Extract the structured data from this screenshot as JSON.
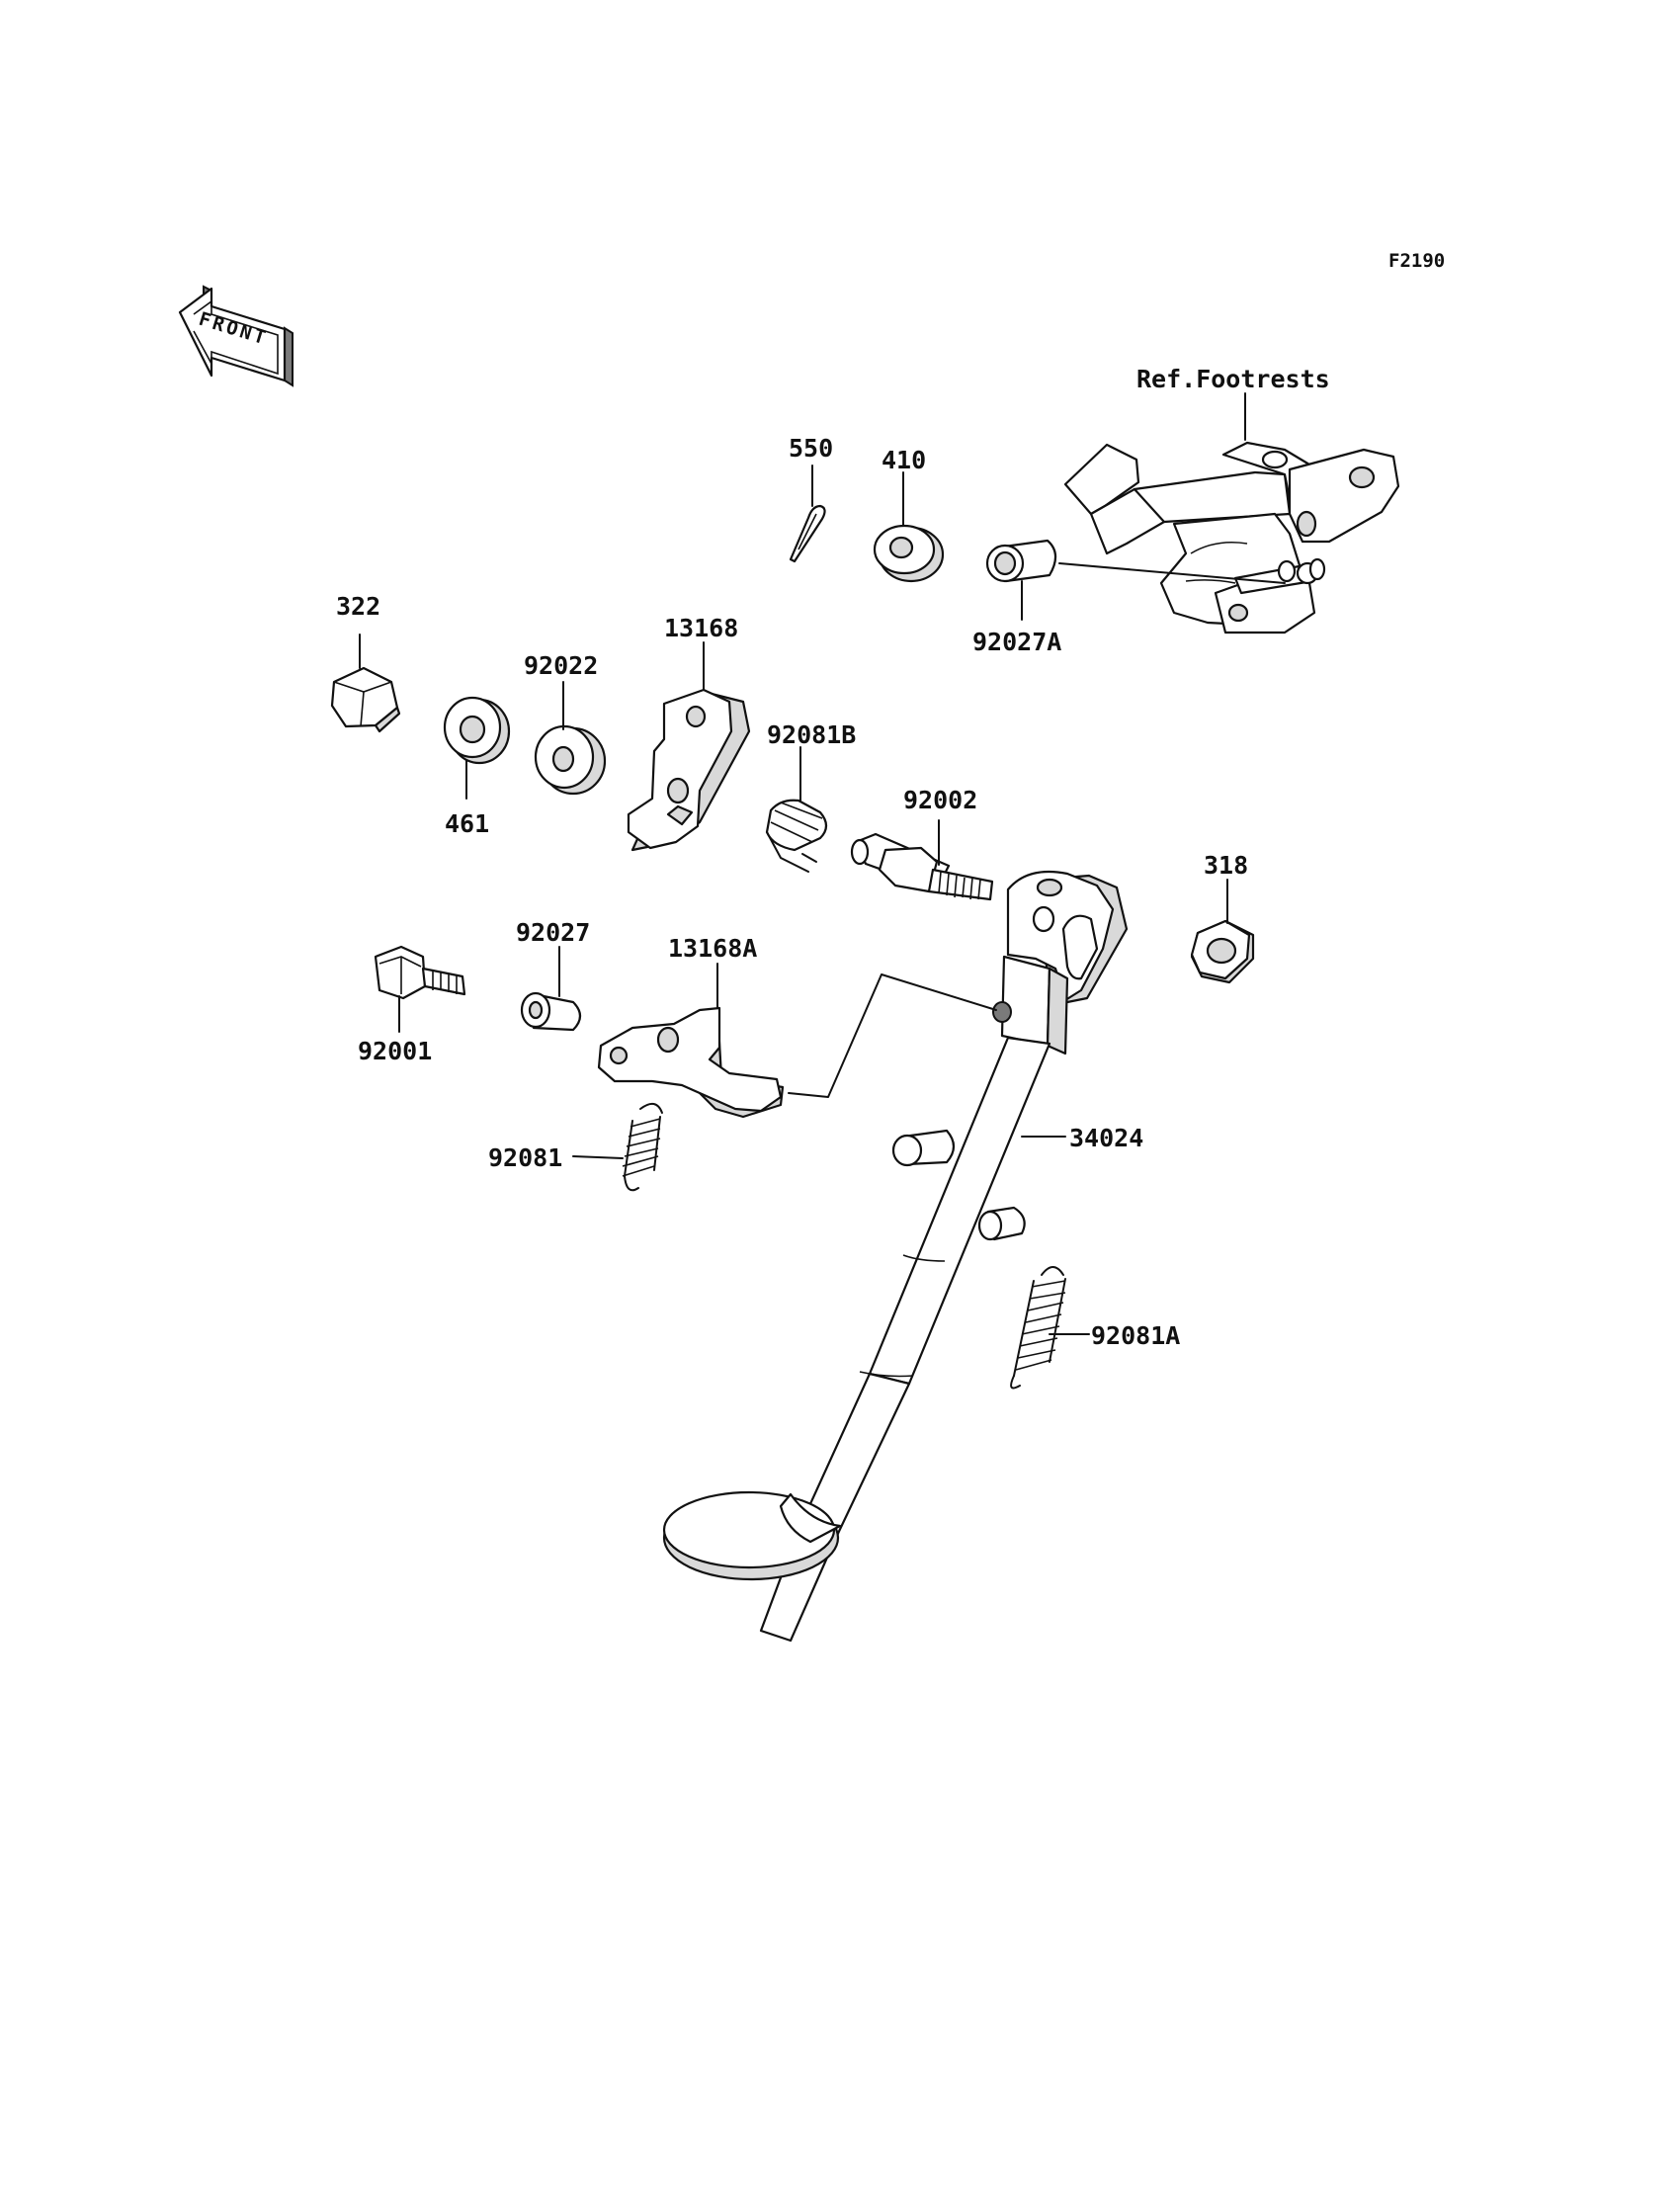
{
  "figure_code": "F2190",
  "front_badge": "FRONT",
  "labels": {
    "ref_footrests": "Ref.Footrests",
    "p550": "550",
    "p410": "410",
    "p92027A": "92027A",
    "p322": "322",
    "p92022": "92022",
    "p13168": "13168",
    "p92081B": "92081B",
    "p461": "461",
    "p92002": "92002",
    "p318": "318",
    "p92027": "92027",
    "p13168A": "13168A",
    "p92001": "92001",
    "p92081": "92081",
    "p34024": "34024",
    "p92081A": "92081A"
  }
}
